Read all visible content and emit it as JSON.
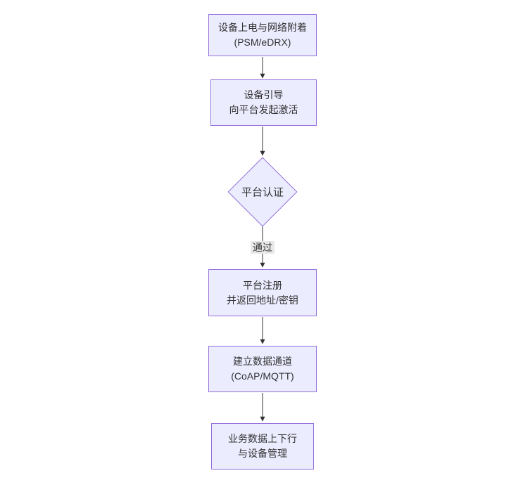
{
  "diagram": {
    "type": "flowchart",
    "direction": "top-down",
    "colors": {
      "background": "#FFFFFF",
      "node_fill": "#ECECFF",
      "node_border": "#9370DB",
      "edge_color": "#333333",
      "edge_label_bg": "#E8E8E8",
      "text_color": "#333333"
    },
    "nodes": [
      {
        "id": "power-on-attach",
        "shape": "rect",
        "lines": [
          "设备上电与网络附着",
          "(PSM/eDRX)"
        ]
      },
      {
        "id": "device-bootstrap",
        "shape": "rect",
        "lines": [
          "设备引导",
          "向平台发起激活"
        ]
      },
      {
        "id": "platform-auth",
        "shape": "diamond",
        "lines": [
          "平台认证"
        ]
      },
      {
        "id": "platform-register",
        "shape": "rect",
        "lines": [
          "平台注册",
          "并返回地址/密钥"
        ]
      },
      {
        "id": "data-channel",
        "shape": "rect",
        "lines": [
          "建立数据通道",
          "(CoAP/MQTT)"
        ]
      },
      {
        "id": "business-data",
        "shape": "rect",
        "lines": [
          "业务数据上下行",
          "与设备管理"
        ]
      }
    ],
    "edges": [
      {
        "from": "power-on-attach",
        "to": "device-bootstrap",
        "label": ""
      },
      {
        "from": "device-bootstrap",
        "to": "platform-auth",
        "label": ""
      },
      {
        "from": "platform-auth",
        "to": "platform-register",
        "label": "通过"
      },
      {
        "from": "platform-register",
        "to": "data-channel",
        "label": ""
      },
      {
        "from": "data-channel",
        "to": "business-data",
        "label": ""
      }
    ]
  }
}
